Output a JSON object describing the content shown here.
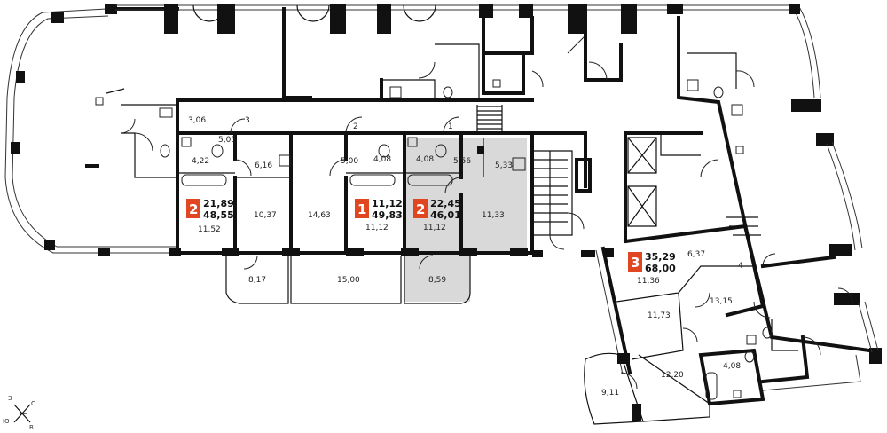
{
  "apartments": [
    {
      "id": "a1",
      "rooms": "2",
      "living": "21,89",
      "total": "48,55",
      "highlighted": false
    },
    {
      "id": "a2",
      "rooms": "1",
      "living": "11,12",
      "total": "49,83",
      "highlighted": false
    },
    {
      "id": "a3",
      "rooms": "2",
      "living": "22,45",
      "total": "46,01",
      "highlighted": true
    },
    {
      "id": "a4",
      "rooms": "3",
      "living": "35,29",
      "total": "68,00",
      "highlighted": false
    }
  ],
  "room_areas": {
    "r306": "3,06",
    "r505": "5,05",
    "r422": "4,22",
    "r616": "6,16",
    "r500": "5,00",
    "r408a": "4,08",
    "r408b": "4,08",
    "r556": "5,56",
    "r533": "5,33",
    "r1152": "11,52",
    "r1037": "10,37",
    "r1463": "14,63",
    "r1112a": "11,12",
    "r1112b": "11,12",
    "r1133": "11,33",
    "r817": "8,17",
    "r1500": "15,00",
    "r859": "8,59",
    "r637": "6,37",
    "r1136": "11,36",
    "r1315": "13,15",
    "r1173": "11,73",
    "r1220": "12,20",
    "r408c": "4,08",
    "r911": "9,11"
  },
  "section_markers": {
    "m1": "1",
    "m2": "2",
    "m3": "3",
    "m4": "4"
  },
  "compass": {
    "n": "З",
    "e": "С",
    "s": "В",
    "w": "Ю"
  },
  "colors": {
    "accent": "#e0461f",
    "highlight": "#d9d9d9",
    "wall": "#111111"
  }
}
